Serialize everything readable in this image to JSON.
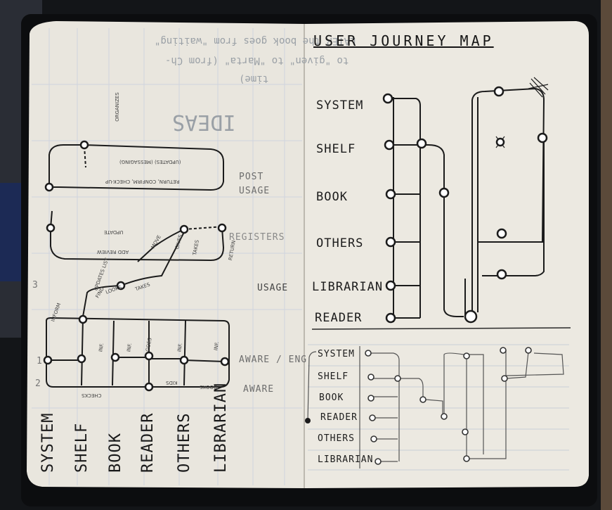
{
  "right_page": {
    "title": "USER JOURNEY MAP",
    "top_rows": [
      "SYSTEM",
      "SHELF",
      "BOOK",
      "OTHERS",
      "LIBRARIAN",
      "READER"
    ],
    "bottom_rows": [
      "SYSTEM",
      "SHELF",
      "BOOK",
      "READER",
      "OTHERS",
      "LIBRARIAN"
    ]
  },
  "left_page": {
    "lanes": [
      "SYSTEM",
      "SHELF",
      "BOOK",
      "READER",
      "OTHERS",
      "LIBRARIAN"
    ],
    "annotations": [
      "ORGANIZES",
      "POST",
      "USAGE",
      "REGISTERS",
      "(UPDATES) (MESSAGING)",
      "RETURN, CONFIRM, CHECK-UP",
      "UPDATE",
      "ADD REVIEW",
      "MOVE",
      "GIVES",
      "TAKES",
      "RETURN",
      "UPDATES LIST",
      "FIND",
      "LOOKS",
      "TAKES",
      "INFORM",
      "INF.",
      "INF.",
      "GOES",
      "INF.",
      "INF.",
      "CHECKS",
      "BOOKS",
      "KIDS",
      "USAGE",
      "AWARE / ENG",
      "AWARE"
    ],
    "back_text": [
      "LATER the book goes from \"waiting\"",
      "to \"given\" to \"Marta\" (from Ch-",
      "time)",
      "IDEAS"
    ],
    "margin_numbers": [
      "1",
      "2",
      "3"
    ]
  },
  "colors": {
    "paper": "#ebe8e0",
    "ink": "#1c1c1c",
    "grid": "#cdd2dc",
    "background": "#121417"
  }
}
